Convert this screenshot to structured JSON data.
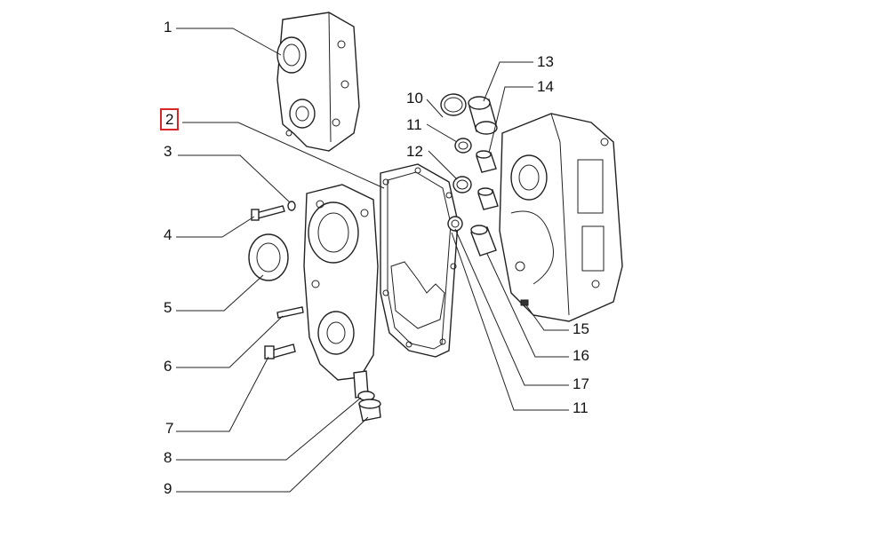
{
  "diagram": {
    "highlight_color": "#d62828",
    "callouts": [
      {
        "id": "c1",
        "label": "1",
        "highlighted": false
      },
      {
        "id": "c2",
        "label": "2",
        "highlighted": true
      },
      {
        "id": "c3",
        "label": "3",
        "highlighted": false
      },
      {
        "id": "c4",
        "label": "4",
        "highlighted": false
      },
      {
        "id": "c5",
        "label": "5",
        "highlighted": false
      },
      {
        "id": "c6",
        "label": "6",
        "highlighted": false
      },
      {
        "id": "c7",
        "label": "7",
        "highlighted": false
      },
      {
        "id": "c8",
        "label": "8",
        "highlighted": false
      },
      {
        "id": "c9",
        "label": "9",
        "highlighted": false
      },
      {
        "id": "c10",
        "label": "10",
        "highlighted": false
      },
      {
        "id": "c11a",
        "label": "11",
        "highlighted": false
      },
      {
        "id": "c12",
        "label": "12",
        "highlighted": false
      },
      {
        "id": "c13",
        "label": "13",
        "highlighted": false
      },
      {
        "id": "c14",
        "label": "14",
        "highlighted": false
      },
      {
        "id": "c15",
        "label": "15",
        "highlighted": false
      },
      {
        "id": "c16",
        "label": "16",
        "highlighted": false
      },
      {
        "id": "c17",
        "label": "17",
        "highlighted": false
      },
      {
        "id": "c11b",
        "label": "11",
        "highlighted": false
      }
    ]
  }
}
